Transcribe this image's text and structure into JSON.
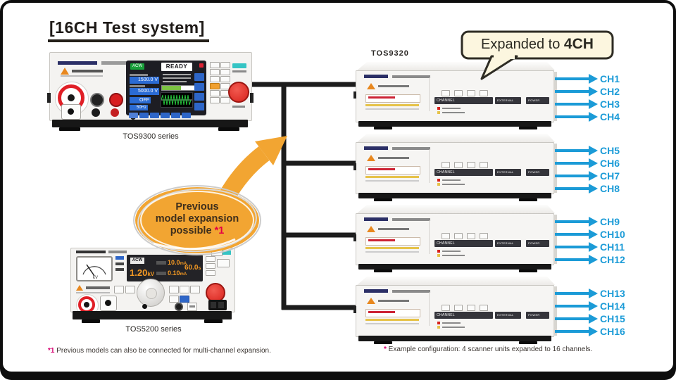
{
  "title": "[16CH Test system]",
  "bubble": {
    "prefix": "Expanded to ",
    "highlight": "4CH"
  },
  "badge": {
    "line1": "Previous",
    "line2": "model expansion",
    "line3": "possible",
    "ref": "*1"
  },
  "devices": {
    "analyzer": {
      "caption": "TOS9300 series",
      "screen": {
        "mode": "ACW",
        "status": "READY",
        "voltage": "1500.0 V",
        "limit": "5000.0 V",
        "offset": "OFF",
        "frequency": "50Hz"
      }
    },
    "tester": {
      "caption": "TOS5200 series",
      "display": {
        "mode": "ACW",
        "voltage": "1.20",
        "voltage_unit": "kV",
        "upper": "10.0",
        "upper_unit": "mA",
        "lower": "0.10",
        "lower_unit": "mA",
        "time": "60.0",
        "time_unit": "s"
      }
    },
    "scanner": {
      "caption": "TOS9320",
      "strips": {
        "channel": "CHANNEL",
        "external": "EXTERNAL",
        "power": "POWER"
      }
    }
  },
  "scanner_units": [
    {
      "channels": [
        "CH1",
        "CH2",
        "CH3",
        "CH4"
      ]
    },
    {
      "channels": [
        "CH5",
        "CH6",
        "CH7",
        "CH8"
      ]
    },
    {
      "channels": [
        "CH9",
        "CH10",
        "CH11",
        "CH12"
      ]
    },
    {
      "channels": [
        "CH13",
        "CH14",
        "CH15",
        "CH16"
      ]
    }
  ],
  "footnotes": {
    "left_marker": "*1",
    "left_text": " Previous models can also be connected for multi-channel expansion.",
    "right_marker": "*",
    "right_text": " Example configuration: 4 scanner units expanded to 16 channels."
  },
  "colors": {
    "accent_blue": "#1b9bd7",
    "accent_orange": "#f2a532",
    "note_magenta": "#d60070",
    "bubble_fill": "#fcf6df"
  }
}
